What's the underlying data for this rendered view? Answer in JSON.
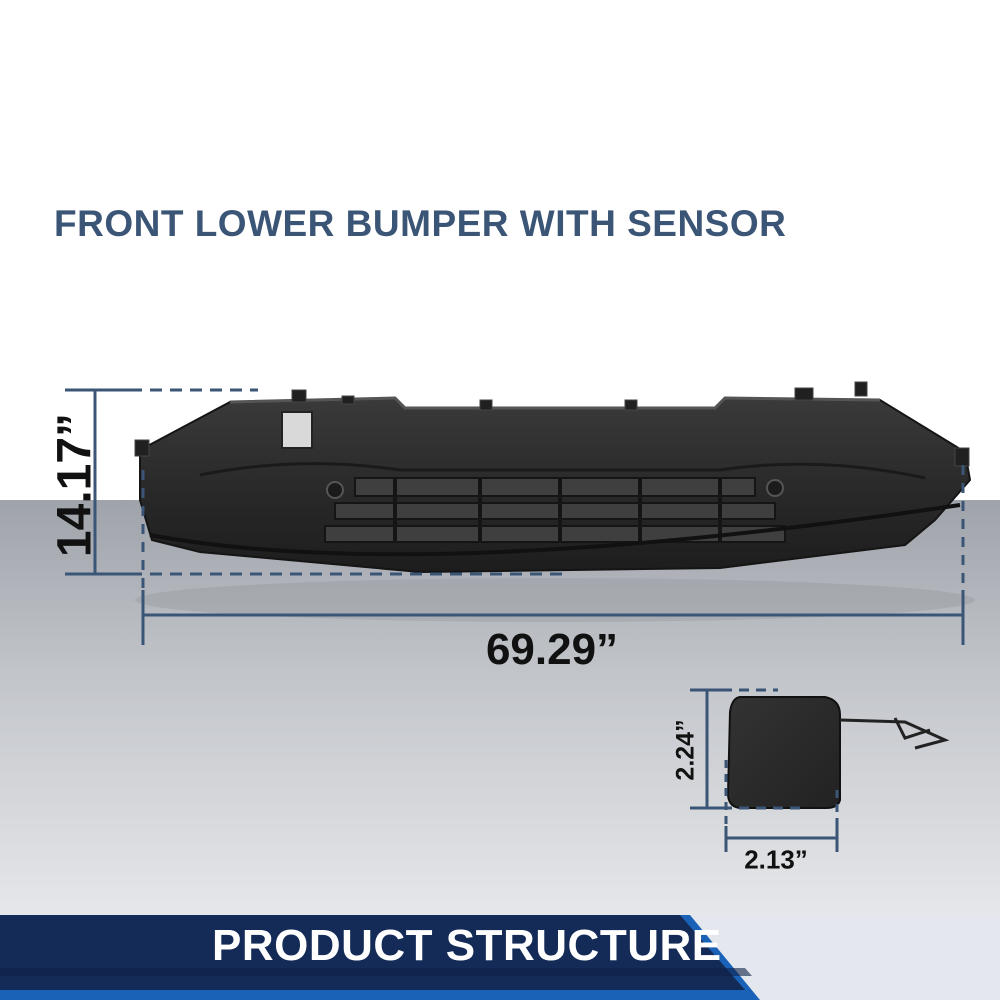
{
  "header": {
    "title": "FRONT LOWER BUMPER WITH SENSOR"
  },
  "dimensions": {
    "bumper_height": "14.17”",
    "bumper_width": "69.29”",
    "cap_height": "2.24”",
    "cap_width": "2.13”"
  },
  "footer": {
    "banner": "PRODUCT STRUCTURE"
  },
  "colors": {
    "title": "#3b5576",
    "dimension_line": "#3b5576",
    "banner_dark": "#142a57",
    "banner_accent": "#1a62b8",
    "part_fill": "#2b2b2b"
  }
}
